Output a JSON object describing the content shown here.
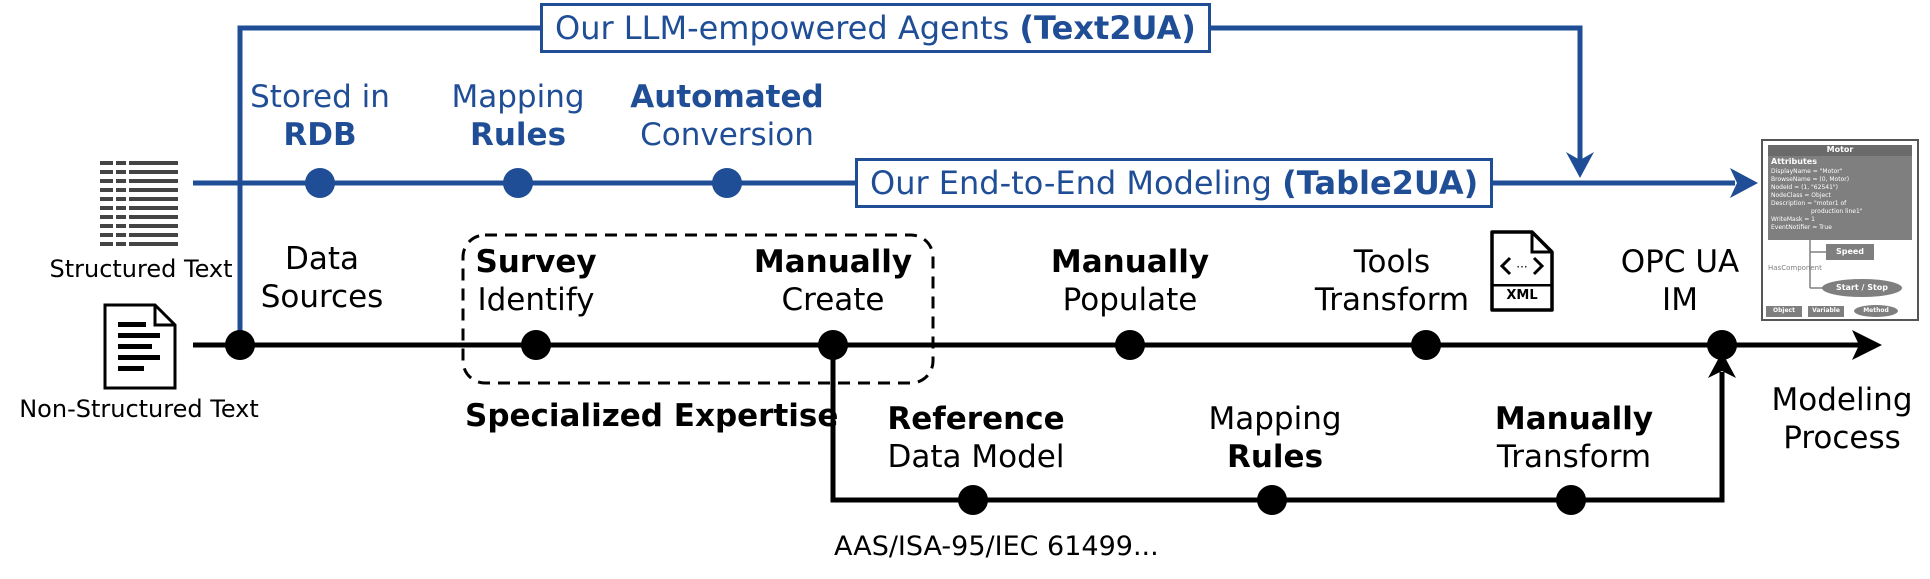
{
  "banners": {
    "llm_agents": {
      "prefix": "Our LLM-empowered Agents ",
      "bold": "(Text2UA)"
    },
    "end_to_end": {
      "prefix": "Our End-to-End Modeling ",
      "bold": "(Table2UA)"
    }
  },
  "blue_steps": [
    {
      "line1": "Stored in",
      "line2": "RDB",
      "bold_line": 2
    },
    {
      "line1": "Mapping",
      "line2": "Rules",
      "bold_line": 2
    },
    {
      "line1": "Automated",
      "line2": "Conversion",
      "bold_line": 1
    }
  ],
  "sources": {
    "structured": "Structured Text",
    "non_structured": "Non-Structured Text"
  },
  "main_steps": [
    {
      "line1": "Data",
      "line2": "Sources",
      "bold_line": 0
    },
    {
      "line1": "Survey",
      "line2": "Identify",
      "bold_line": 1
    },
    {
      "line1": "Manually",
      "line2": "Create",
      "bold_line": 1
    },
    {
      "line1": "Manually",
      "line2": "Populate",
      "bold_line": 1
    },
    {
      "line1": "Tools",
      "line2": "Transform",
      "bold_line": 0
    },
    {
      "line1": "OPC UA",
      "line2": "IM",
      "bold_line": 0
    }
  ],
  "expertise_label": "Specialized Expertise",
  "process_label": {
    "line1": "Modeling",
    "line2": "Process"
  },
  "lower_steps": [
    {
      "line1": "Reference",
      "line2": "Data Model",
      "bold_line": 1
    },
    {
      "line1": "Mapping",
      "line2": "Rules",
      "bold_line": 2
    },
    {
      "line1": "Manually",
      "line2": "Transform",
      "bold_line": 1
    }
  ],
  "standards_label": "AAS/ISA-95/IEC 61499...",
  "xml_icon_label": "XML",
  "opcua_card": {
    "title": "Motor",
    "attributes_header": "Attributes",
    "attributes": [
      "DisplayName = \"Motor\"",
      "BrowseName = (0, Motor)",
      "NodeId = (1, \"62541\")",
      "NodeClass = Object",
      "Description = \"motor1 of",
      "production line1\"",
      "WriteMask = 1",
      "EventNotifier = True"
    ],
    "has_component": "HasComponent",
    "speed": "Speed",
    "start_stop": "Start / Stop",
    "legend": [
      "Object",
      "Variable",
      "Method"
    ]
  },
  "colors": {
    "blue": "#1f4e96",
    "black": "#000000",
    "card_gray": "#7f7f7f"
  },
  "icons": [
    "table-icon",
    "document-icon",
    "xml-file-icon"
  ]
}
